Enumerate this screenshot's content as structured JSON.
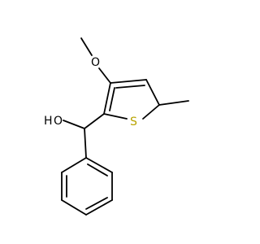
{
  "molecule": {
    "atoms": {
      "oxygen_methoxy": "O",
      "oxygen_hydroxyl": "O",
      "hydrogen_hydroxyl": "H",
      "sulfur": "S"
    }
  },
  "colors": {
    "bond": "#000000",
    "text": "#000000",
    "sulfur": "#b8a300",
    "background": "#ffffff"
  }
}
